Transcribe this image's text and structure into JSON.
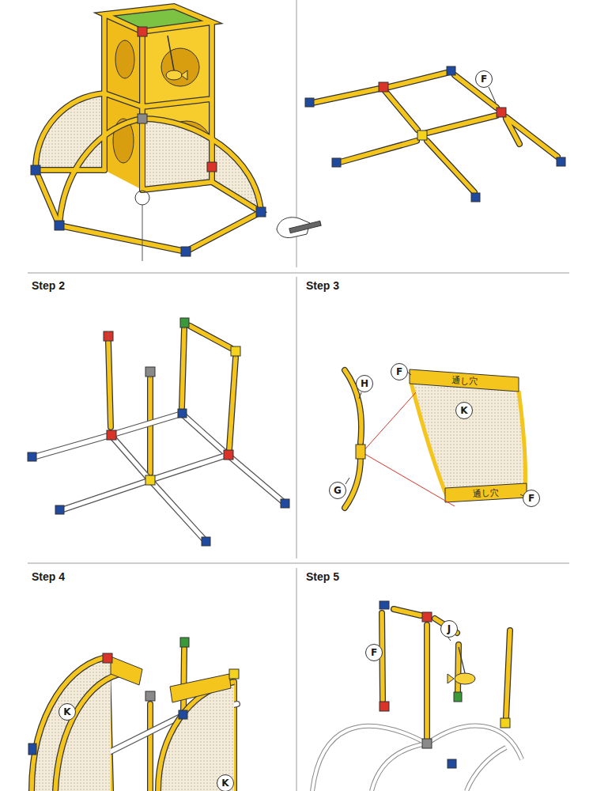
{
  "diagram": {
    "nodes": [
      {
        "text": [
          "F"
        ]
      },
      {
        "text": [
          "F"
        ]
      },
      {
        "text": [
          "H"
        ]
      },
      {
        "text": [
          "K"
        ]
      },
      {
        "text": [
          "G"
        ]
      },
      {
        "text": [
          "F"
        ]
      },
      {
        "text": [
          "K"
        ]
      },
      {
        "text": [
          "K"
        ]
      },
      {
        "text": [
          "J"
        ]
      },
      {
        "text": [
          "F"
        ]
      }
    ],
    "labels": [
      "Step 2",
      "Step 3",
      "通し穴",
      "通し穴",
      "Step 4",
      "Step 5"
    ]
  }
}
